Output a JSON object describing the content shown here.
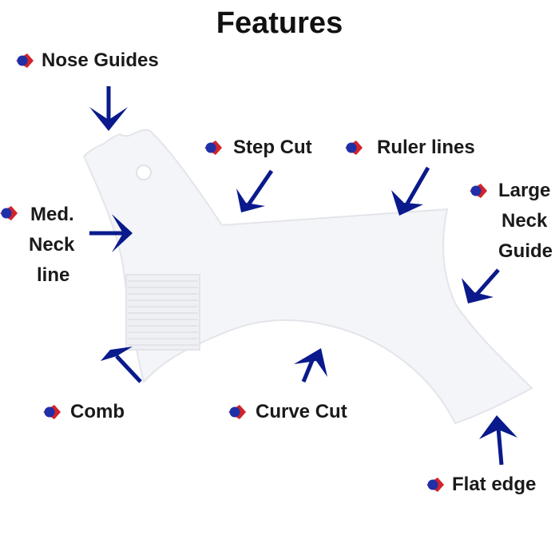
{
  "title": "Features",
  "labels": {
    "nose_guides": "Nose Guides",
    "step_cut": "Step Cut",
    "ruler_lines": "Ruler lines",
    "large_neck_guide_1": "Large",
    "large_neck_guide_2": "Neck",
    "large_neck_guide_3": "Guide",
    "med_neck_line_1": "Med.",
    "med_neck_line_2": "Neck",
    "med_neck_line_3": "line",
    "comb": "Comb",
    "curve_cut": "Curve Cut",
    "flat_edge": "Flat edge"
  },
  "colors": {
    "arrow": "#0a1a8c",
    "bullet_blue": "#1f2fa8",
    "bullet_red": "#d2232a",
    "tool_fill": "#f4f5f8",
    "tool_stroke": "#e3e5ea"
  },
  "icons": {
    "bullet": "red-blue-pointer-icon",
    "arrow": "pointer-arrow-icon"
  }
}
